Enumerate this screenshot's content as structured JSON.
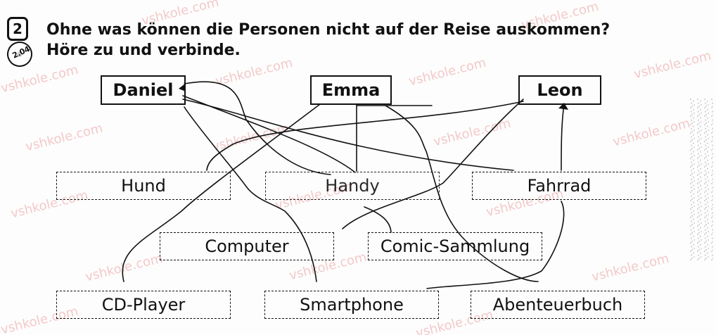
{
  "exercise": {
    "number": "2",
    "audio_track": "2.04",
    "instruction": "Ohne was können die Personen nicht auf der Reise auskommen? Höre zu und verbinde."
  },
  "people": [
    {
      "name": "Daniel"
    },
    {
      "name": "Emma"
    },
    {
      "name": "Leon"
    }
  ],
  "items": [
    {
      "name": "Hund"
    },
    {
      "name": "Handy"
    },
    {
      "name": "Fahrrad"
    },
    {
      "name": "Computer"
    },
    {
      "name": "Comic-Sammlung"
    },
    {
      "name": "CD-Player"
    },
    {
      "name": "Smartphone"
    },
    {
      "name": "Abenteuerbuch"
    }
  ],
  "watermark_text": "vshkole.com",
  "icons": {
    "audio": "audio-cd-icon"
  }
}
